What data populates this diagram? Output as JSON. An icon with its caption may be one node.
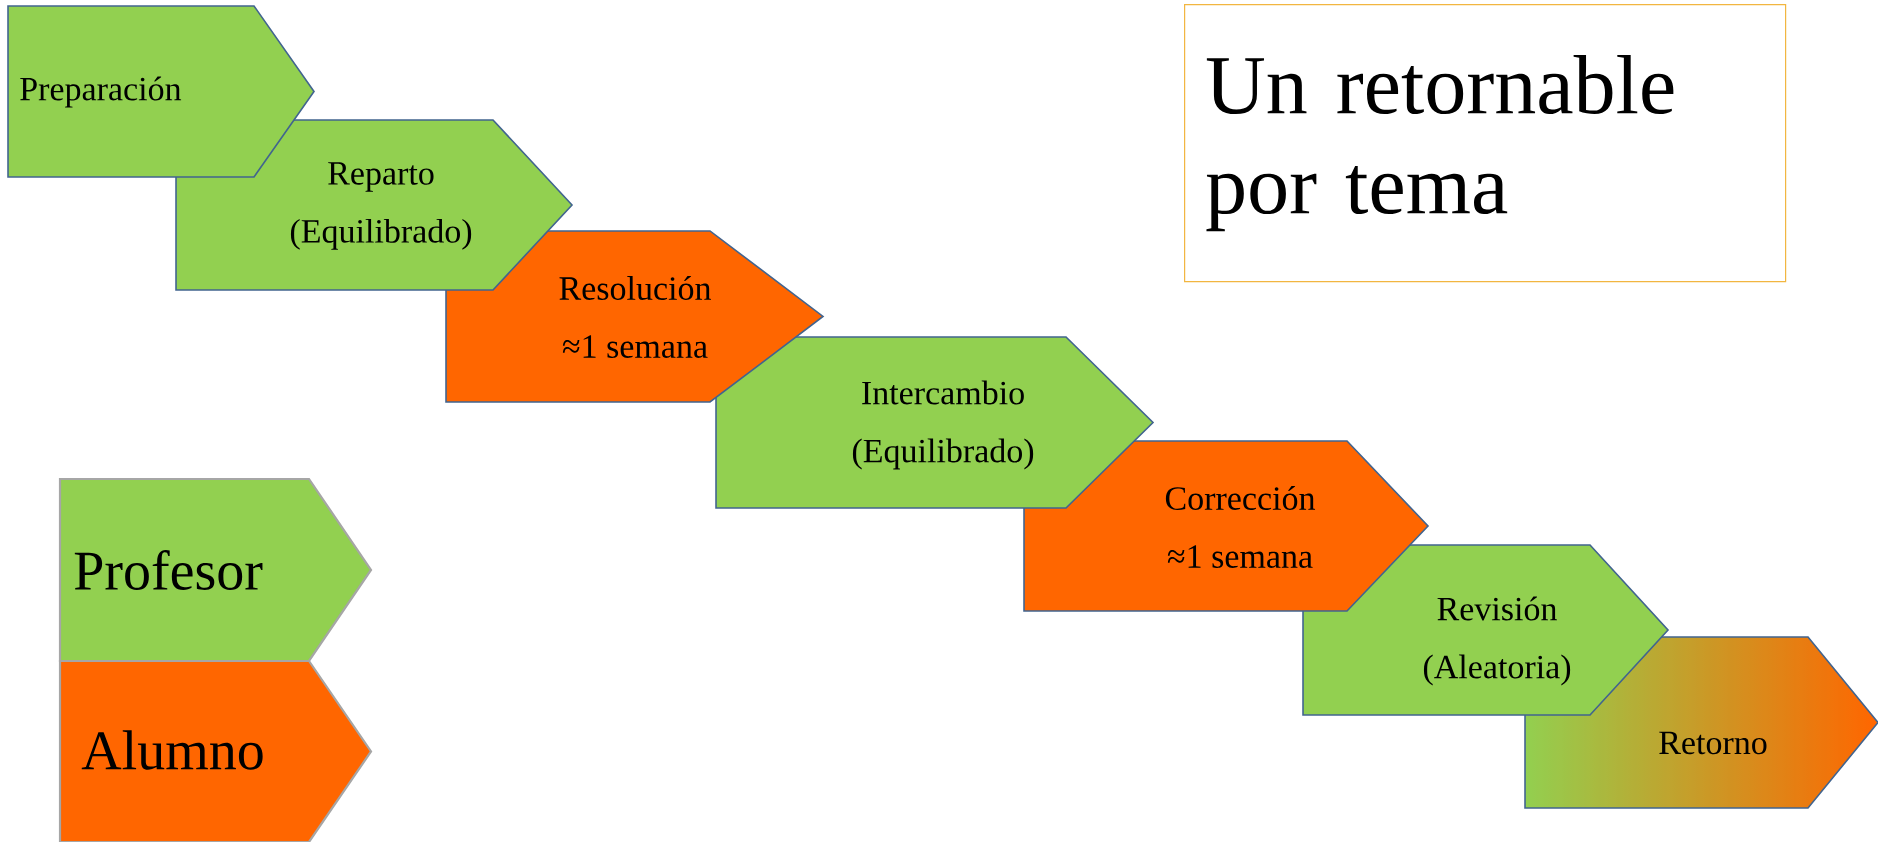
{
  "diagram": {
    "nodes": [
      {
        "text": [
          "Preparación"
        ]
      },
      {
        "text": [
          "Reparto",
          "(Equilibrado)"
        ]
      },
      {
        "text": [
          "Resolución",
          "≈1 semana"
        ]
      },
      {
        "text": [
          "Intercambio",
          "(Equilibrado)"
        ]
      },
      {
        "text": [
          "Corrección",
          "≈1 semana"
        ]
      },
      {
        "text": [
          "Revisión",
          "(Aleatoria)"
        ]
      },
      {
        "text": [
          "Retorno"
        ]
      },
      {
        "text": [
          "Un retornable por tema"
        ]
      }
    ],
    "legend": [
      {
        "text": "Profesor",
        "color": "#92d050"
      },
      {
        "text": "Alumno",
        "color": "#ff6600"
      }
    ]
  }
}
